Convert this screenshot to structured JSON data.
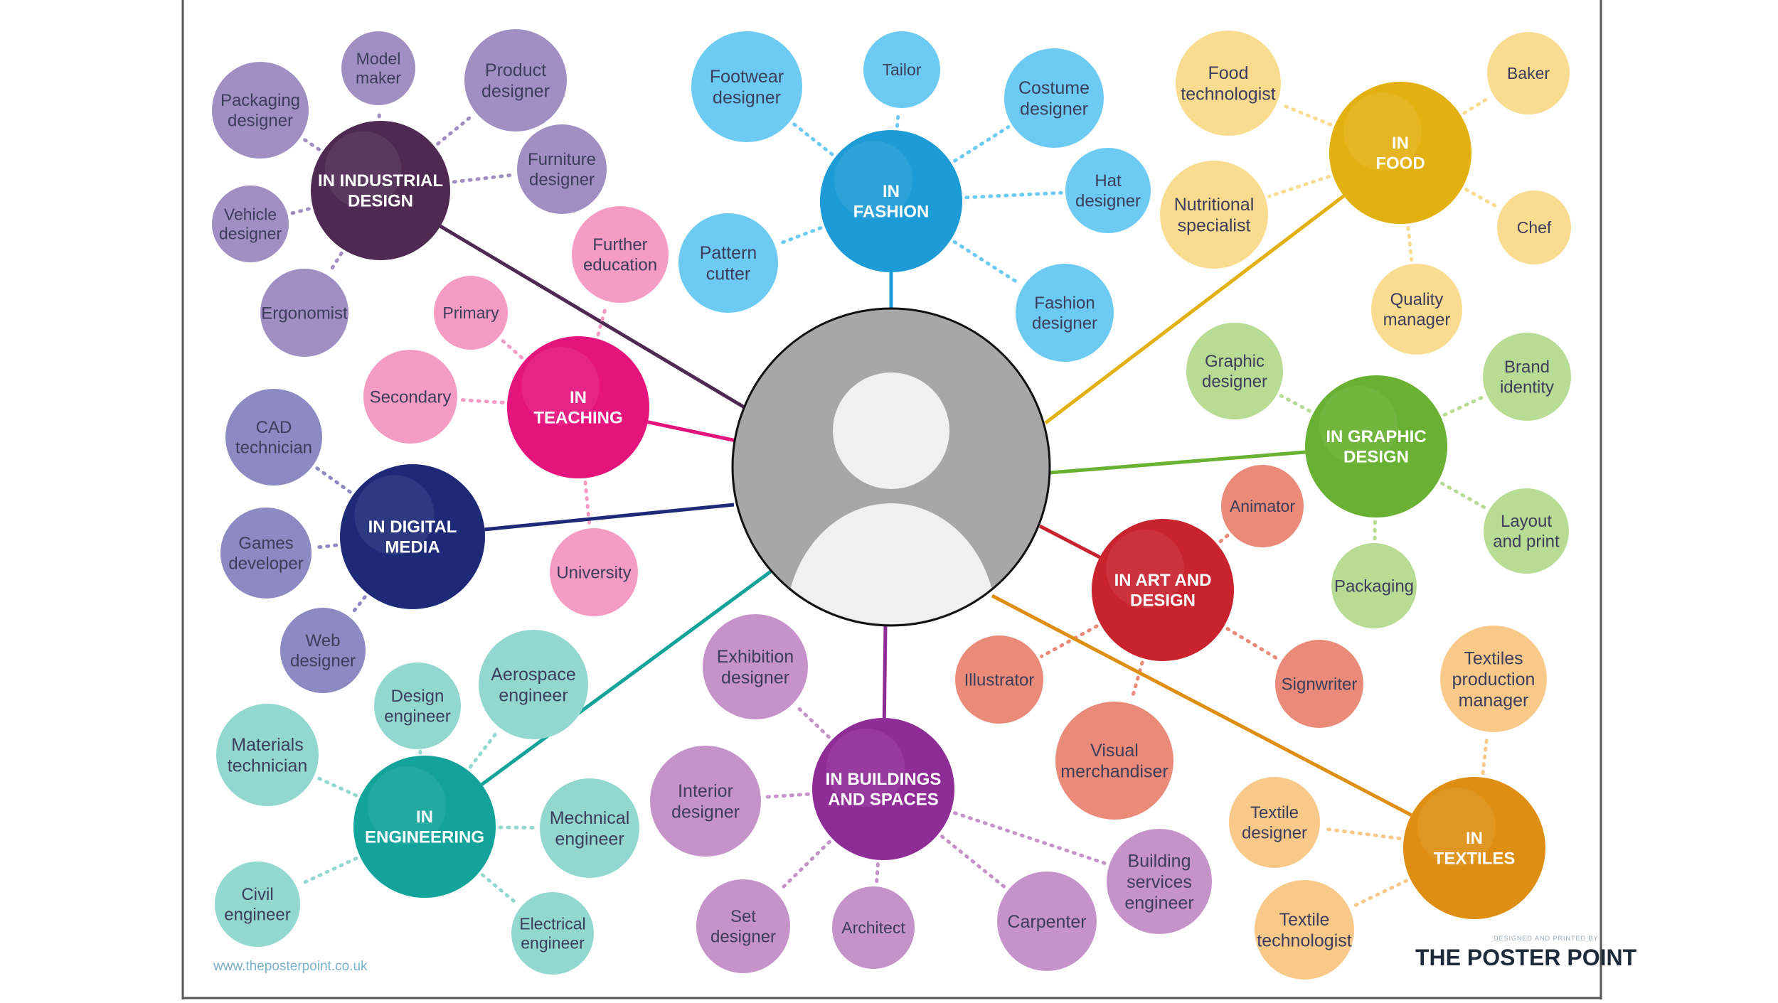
{
  "website": "www.theposterpoint.co.uk",
  "brand": {
    "tagline": "DESIGNED AND PRINTED BY",
    "name_left": "THE P",
    "name_mid": "STER P",
    "name_right": "INT"
  },
  "colors": {
    "industrial": "#4e2a52",
    "fashion": "#1c9bd6",
    "food": "#e3b012",
    "teaching": "#e5147c",
    "digital": "#1e2a78",
    "graphic": "#68b132",
    "art": "#c9232e",
    "buildings": "#8f2d96",
    "engineering": "#13a39a",
    "textiles": "#de8e12",
    "avatar_bg": "#a7a7a7",
    "avatar_fg": "#f0f0f0"
  },
  "hubs": [
    {
      "id": "industrial",
      "label": [
        "IN INDUSTRIAL",
        "DESIGN"
      ],
      "color": "#4e2a52",
      "satellites": [
        {
          "label": [
            "Packaging",
            "designer"
          ],
          "color": "#a18fc3"
        },
        {
          "label": [
            "Model",
            "maker"
          ],
          "color": "#a18fc3"
        },
        {
          "label": [
            "Product",
            "designer"
          ],
          "color": "#a18fc3"
        },
        {
          "label": [
            "Furniture",
            "designer"
          ],
          "color": "#a18fc3"
        },
        {
          "label": [
            "Vehicle",
            "designer"
          ],
          "color": "#a18fc3"
        },
        {
          "label": [
            "Ergonomist"
          ],
          "color": "#a18fc3"
        }
      ]
    },
    {
      "id": "fashion",
      "label": [
        "IN",
        "FASHION"
      ],
      "color": "#1c9bd6",
      "satellites": [
        {
          "label": [
            "Footwear",
            "designer"
          ],
          "color": "#6dcbf3"
        },
        {
          "label": [
            "Tailor"
          ],
          "color": "#6dcbf3"
        },
        {
          "label": [
            "Costume",
            "designer"
          ],
          "color": "#6dcbf3"
        },
        {
          "label": [
            "Hat",
            "designer"
          ],
          "color": "#6dcbf3"
        },
        {
          "label": [
            "Pattern",
            "cutter"
          ],
          "color": "#6dcbf3"
        },
        {
          "label": [
            "Fashion",
            "designer"
          ],
          "color": "#6dcbf3"
        }
      ]
    },
    {
      "id": "food",
      "label": [
        "IN",
        "FOOD"
      ],
      "color": "#e3b012",
      "satellites": [
        {
          "label": [
            "Food",
            "technologist"
          ],
          "color": "#fadc90"
        },
        {
          "label": [
            "Baker"
          ],
          "color": "#fadc90"
        },
        {
          "label": [
            "Nutritional",
            "specialist"
          ],
          "color": "#fadc90"
        },
        {
          "label": [
            "Chef"
          ],
          "color": "#fadc90"
        },
        {
          "label": [
            "Quality",
            "manager"
          ],
          "color": "#fadc90"
        }
      ]
    },
    {
      "id": "teaching",
      "label": [
        "IN",
        "TEACHING"
      ],
      "color": "#e5147c",
      "satellites": [
        {
          "label": [
            "Further",
            "education"
          ],
          "color": "#f49cc3"
        },
        {
          "label": [
            "Primary"
          ],
          "color": "#f49cc3"
        },
        {
          "label": [
            "Secondary"
          ],
          "color": "#f49cc3"
        },
        {
          "label": [
            "University"
          ],
          "color": "#f49cc3"
        }
      ]
    },
    {
      "id": "digital",
      "label": [
        "IN DIGITAL",
        "MEDIA"
      ],
      "color": "#1e2a78",
      "satellites": [
        {
          "label": [
            "CAD",
            "technician"
          ],
          "color": "#8d89c3"
        },
        {
          "label": [
            "Games",
            "developer"
          ],
          "color": "#8d89c3"
        },
        {
          "label": [
            "Web",
            "designer"
          ],
          "color": "#8d89c3"
        }
      ]
    },
    {
      "id": "graphic",
      "label": [
        "IN GRAPHIC",
        "DESIGN"
      ],
      "color": "#68b132",
      "satellites": [
        {
          "label": [
            "Graphic",
            "designer"
          ],
          "color": "#b9dc95"
        },
        {
          "label": [
            "Brand",
            "identity"
          ],
          "color": "#b9dc95"
        },
        {
          "label": [
            "Layout",
            "and print"
          ],
          "color": "#b9dc95"
        },
        {
          "label": [
            "Packaging"
          ],
          "color": "#b9dc95"
        }
      ]
    },
    {
      "id": "art",
      "label": [
        "IN ART AND",
        "DESIGN"
      ],
      "color": "#c9232e",
      "satellites": [
        {
          "label": [
            "Animator"
          ],
          "color": "#ea8a78"
        },
        {
          "label": [
            "Illustrator"
          ],
          "color": "#ea8a78"
        },
        {
          "label": [
            "Signwriter"
          ],
          "color": "#ea8a78"
        },
        {
          "label": [
            "Visual",
            "merchandiser"
          ],
          "color": "#ea8a78"
        }
      ]
    },
    {
      "id": "buildings",
      "label": [
        "IN BUILDINGS",
        "AND SPACES"
      ],
      "color": "#8f2d96",
      "satellites": [
        {
          "label": [
            "Exhibition",
            "designer"
          ],
          "color": "#c593c9"
        },
        {
          "label": [
            "Interior",
            "designer"
          ],
          "color": "#c593c9"
        },
        {
          "label": [
            "Set",
            "designer"
          ],
          "color": "#c593c9"
        },
        {
          "label": [
            "Architect"
          ],
          "color": "#c593c9"
        },
        {
          "label": [
            "Carpenter"
          ],
          "color": "#c593c9"
        },
        {
          "label": [
            "Building",
            "services",
            "engineer"
          ],
          "color": "#c593c9"
        }
      ]
    },
    {
      "id": "engineering",
      "label": [
        "IN",
        "ENGINEERING"
      ],
      "color": "#13a39a",
      "satellites": [
        {
          "label": [
            "Design",
            "engineer"
          ],
          "color": "#92d8cf"
        },
        {
          "label": [
            "Aerospace",
            "engineer"
          ],
          "color": "#92d8cf"
        },
        {
          "label": [
            "Materials",
            "technician"
          ],
          "color": "#92d8cf"
        },
        {
          "label": [
            "Mechnical",
            "engineer"
          ],
          "color": "#92d8cf"
        },
        {
          "label": [
            "Civil",
            "engineer"
          ],
          "color": "#92d8cf"
        },
        {
          "label": [
            "Electrical",
            "engineer"
          ],
          "color": "#92d8cf"
        }
      ]
    },
    {
      "id": "textiles",
      "label": [
        "IN",
        "TEXTILES"
      ],
      "color": "#de8e12",
      "satellites": [
        {
          "label": [
            "Textiles",
            "production",
            "manager"
          ],
          "color": "#f9c98a"
        },
        {
          "label": [
            "Textile",
            "designer"
          ],
          "color": "#f9c98a"
        },
        {
          "label": [
            "Textile",
            "technologist"
          ],
          "color": "#f9c98a"
        }
      ]
    }
  ]
}
